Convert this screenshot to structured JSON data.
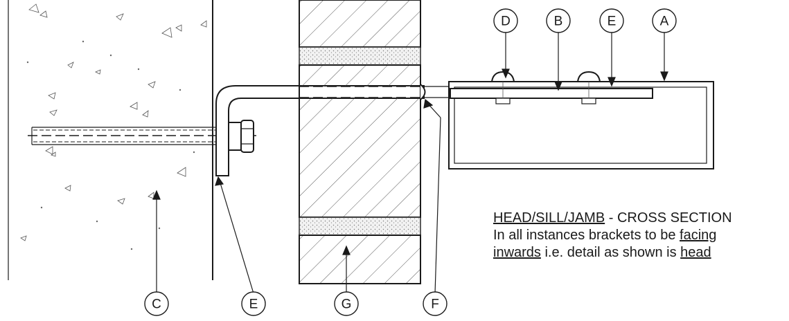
{
  "callouts": {
    "A": "A",
    "B": "B",
    "C": "C",
    "D": "D",
    "E_top": "E",
    "E_bottom": "E",
    "F": "F",
    "G": "G"
  },
  "notes": {
    "heading_underlined": "HEAD/SILL/JAMB",
    "heading_rest": " - CROSS SECTION",
    "line2_prefix": "In all instances brackets to be ",
    "line2_underlined": "facing",
    "line3_underlined": "inwards",
    "line3_middle": " i.e. detail as shown is ",
    "line3_end_underlined": "head"
  }
}
